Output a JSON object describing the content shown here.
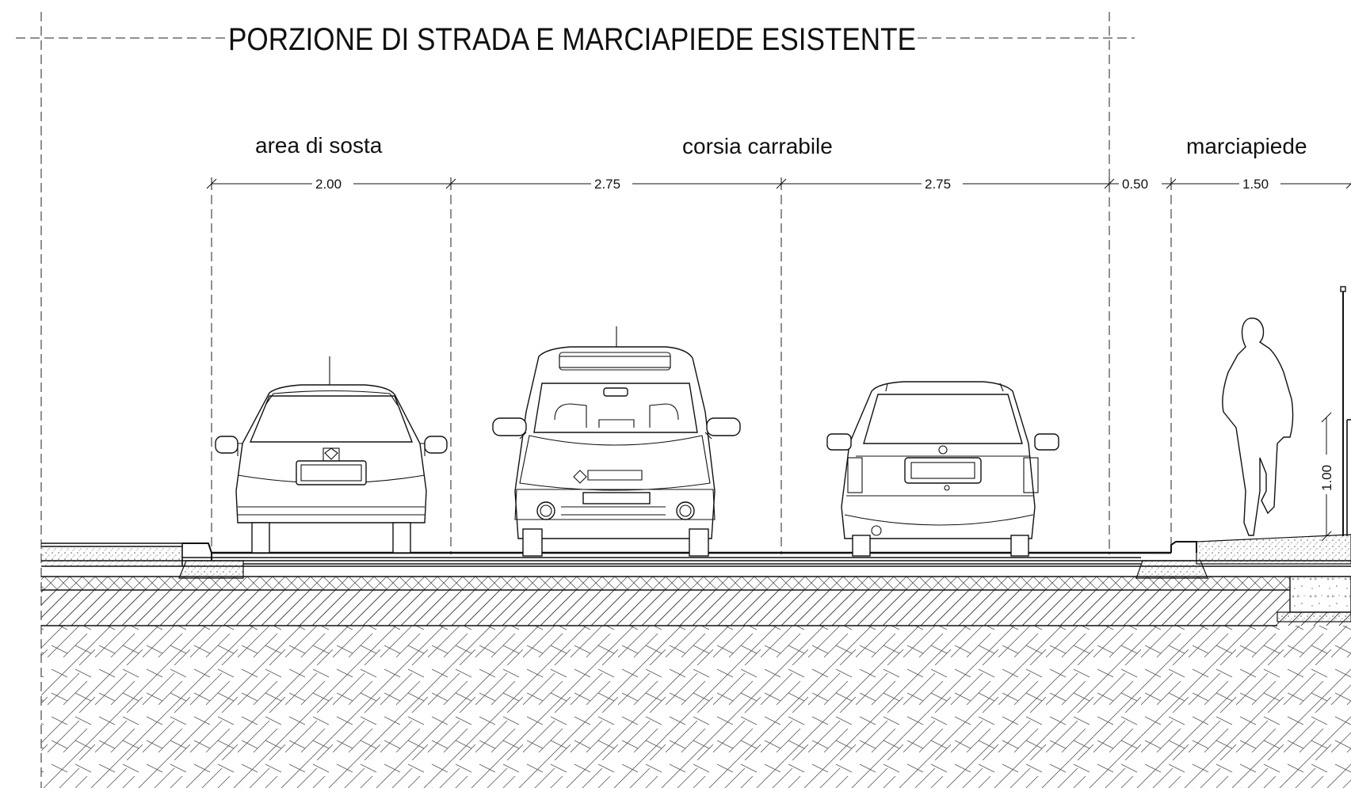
{
  "title": "PORZIONE DI STRADA E MARCIAPIEDE ESISTENTE",
  "zones": {
    "parking": "area di sosta",
    "carriageway": "corsia carrabile",
    "sidewalk": "marciapiede"
  },
  "dimensions": {
    "parking_width": "2.00",
    "lane1_width": "2.75",
    "lane2_width": "2.75",
    "curb_width": "0.50",
    "sidewalk_width": "1.50",
    "railing_height": "1.00"
  }
}
